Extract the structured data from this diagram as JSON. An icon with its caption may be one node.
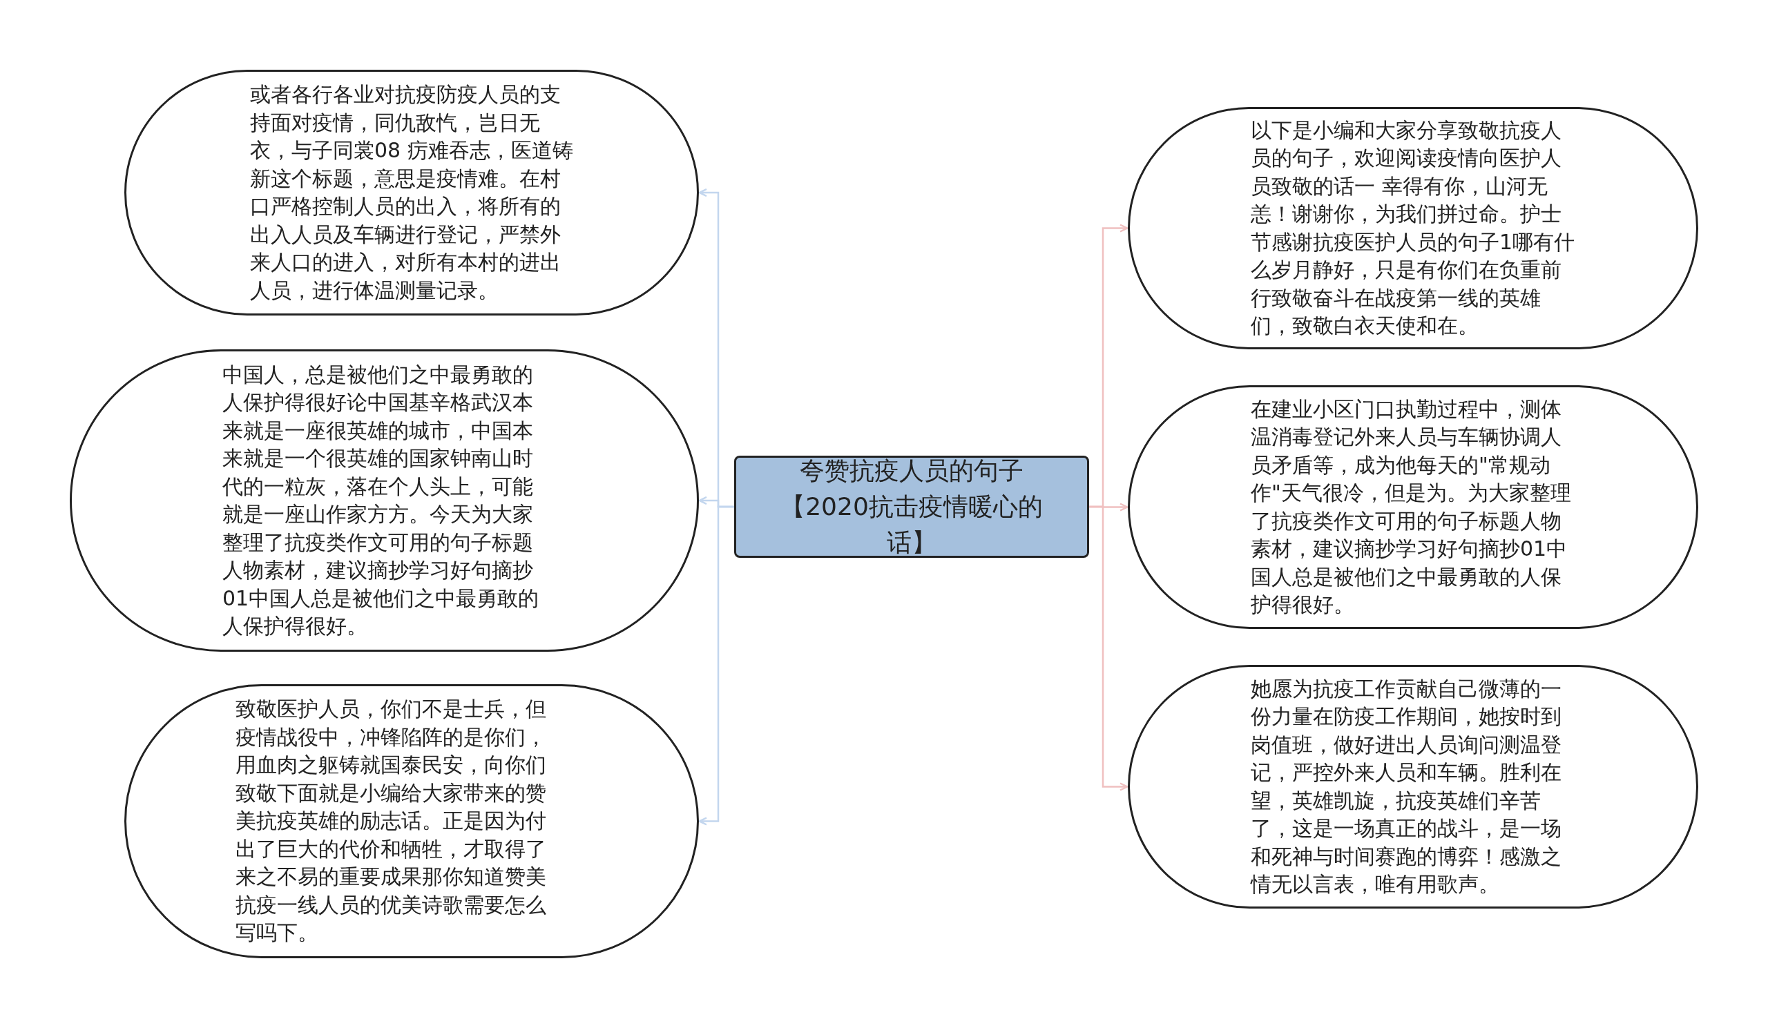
{
  "diagram": {
    "nodes": [
      {
        "text": [
          "夸赞抗疫人员的句子【2020抗击疫情暖心的话】"
        ]
      },
      {
        "text": [
          "或者各行各业对抗疫防疫人员的支持面对疫情，同仇敌忾，岂日无衣，与子同裳08 疠难吞志，医道铸新这个标题，意思是疫情难。在村口严格控制人员的出入，将所有的出入人员及车辆进行登记，严禁外来人口的进入，对所有本村的进出人员，进行体温测量记录。"
        ]
      },
      {
        "text": [
          "中国人，总是被他们之中最勇敢的人保护得很好论中国基辛格武汉本来就是一座很英雄的城市，中国本来就是一个很英雄的国家钟南山时代的一粒灰，落在个人头上，可能就是一座山作家方方。今天为大家整理了抗疫类作文可用的句子标题人物素材，建议摘抄学习好句摘抄01中国人总是被他们之中最勇敢的人保护得很好。"
        ]
      },
      {
        "text": [
          "致敬医护人员，你们不是士兵，但疫情战役中，冲锋陷阵的是你们，用血肉之躯铸就国泰民安，向你们致敬下面就是小编给大家带来的赞美抗疫英雄的励志话。正是因为付出了巨大的代价和牺牲，才取得了来之不易的重要成果那你知道赞美抗疫一线人员的优美诗歌需要怎么写吗下。"
        ]
      },
      {
        "text": [
          "以下是小编和大家分享致敬抗疫人员的句子，欢迎阅读疫情向医护人员致敬的话一 幸得有你，山河无恙！谢谢你，为我们拼过命。护士节感谢抗疫医护人员的句子1哪有什么岁月静好，只是有你们在负重前行致敬奋斗在战疫第一线的英雄们，致敬白衣天使和在。"
        ]
      },
      {
        "text": [
          "在建业小区门口执勤过程中，测体温消毒登记外来人员与车辆协调人员矛盾等，成为他每天的\"常规动作\"天气很冷，但是为。为大家整理了抗疫类作文可用的句子标题人物素材，建议摘抄学习好句摘抄01中国人总是被他们之中最勇敢的人保护得很好。"
        ]
      },
      {
        "text": [
          "她愿为抗疫工作贡献自己微薄的一份力量在防疫工作期间，她按时到岗值班，做好进出人员询问测温登记，严控外来人员和车辆。胜利在望，英雄凯旋，抗疫英雄们辛苦了，这是一场真正的战斗，是一场和死神与时间赛跑的博弈！感激之情无以言表，唯有用歌声。"
        ]
      }
    ],
    "edges": [
      {
        "from": 0,
        "to": 1,
        "arrow": "to",
        "color": "#c3d6ee"
      },
      {
        "from": 0,
        "to": 2,
        "arrow": "to",
        "color": "#c3d6ee"
      },
      {
        "from": 0,
        "to": 3,
        "arrow": "to",
        "color": "#c3d6ee"
      },
      {
        "from": 0,
        "to": 4,
        "arrow": "to",
        "color": "#f0c0c0"
      },
      {
        "from": 0,
        "to": 5,
        "arrow": "to",
        "color": "#f0c0c0"
      },
      {
        "from": 0,
        "to": 6,
        "arrow": "to",
        "color": "#f0c0c0"
      }
    ]
  }
}
